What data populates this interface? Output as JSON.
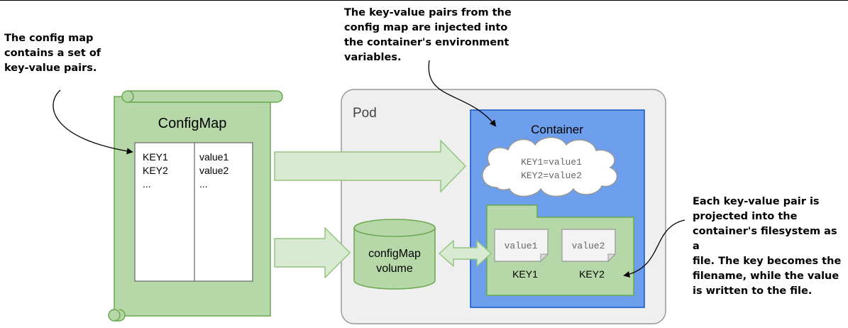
{
  "annotations": {
    "config_map": "The config map\ncontains a set of\nkey-value pairs.",
    "env": "The key-value pairs from the\nconfig map are injected into\nthe container's environment\nvariables.",
    "file": "Each key-value pair is\nprojected into the\ncontainer's filesystem as a\nfile. The key becomes the\nfilename, while the value\nis written to the file."
  },
  "configmap": {
    "title": "ConfigMap",
    "keys": [
      "KEY1",
      "KEY2",
      "..."
    ],
    "values": [
      "value1",
      "value2",
      "..."
    ]
  },
  "pod": {
    "label": "Pod"
  },
  "container": {
    "label": "Container",
    "env_vars": [
      "KEY1=value1",
      "KEY2=value2"
    ]
  },
  "volume": {
    "label_line1": "configMap",
    "label_line2": "volume"
  },
  "files": [
    {
      "content": "value1",
      "name": "KEY1"
    },
    {
      "content": "value2",
      "name": "KEY2"
    }
  ],
  "colors": {
    "configmap_fill": "#b6d7a8",
    "configmap_stroke": "#6aa84f",
    "pod_fill": "#efefef",
    "container_fill": "#6d9eeb",
    "folder_fill": "#b6d7a8",
    "arrow_fill": "#d9ead3",
    "file_fill": "#f3f3f3"
  }
}
